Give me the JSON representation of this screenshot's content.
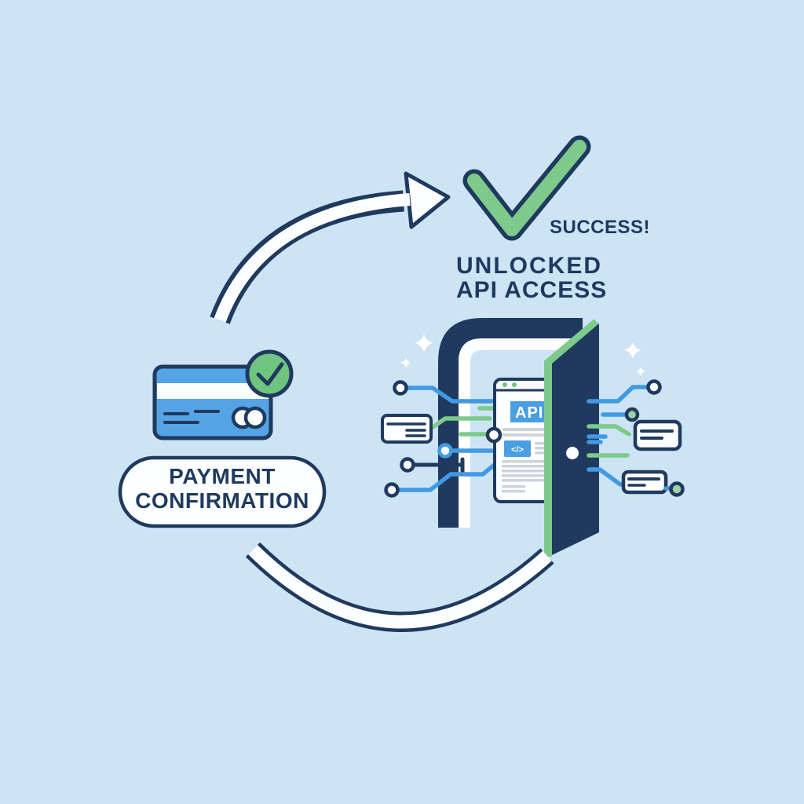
{
  "palette": {
    "background": "#cde4f4",
    "navy": "#1f3a5e",
    "blue": "#419ae2",
    "card_blue": "#54a4e6",
    "api_blue": "#4a9ee2",
    "green": "#7dca8b",
    "green_deep": "#6fc47f",
    "node_green": "#9ed3a4",
    "gray": "#ccd4db",
    "white": "#fdfeff"
  },
  "success_label": "SUCCESS!",
  "unlocked": {
    "line1": "UNLOCKED",
    "line2": "API ACCESS"
  },
  "payment": {
    "line1": "PAYMENT",
    "line2": "CONFIRMATION"
  },
  "browser": {
    "api_label": "API",
    "code_label": "</>"
  },
  "steps": [
    {
      "label": "PAYMENT CONFIRMATION"
    },
    {
      "label": "SUCCESS! UNLOCKED API ACCESS"
    }
  ]
}
